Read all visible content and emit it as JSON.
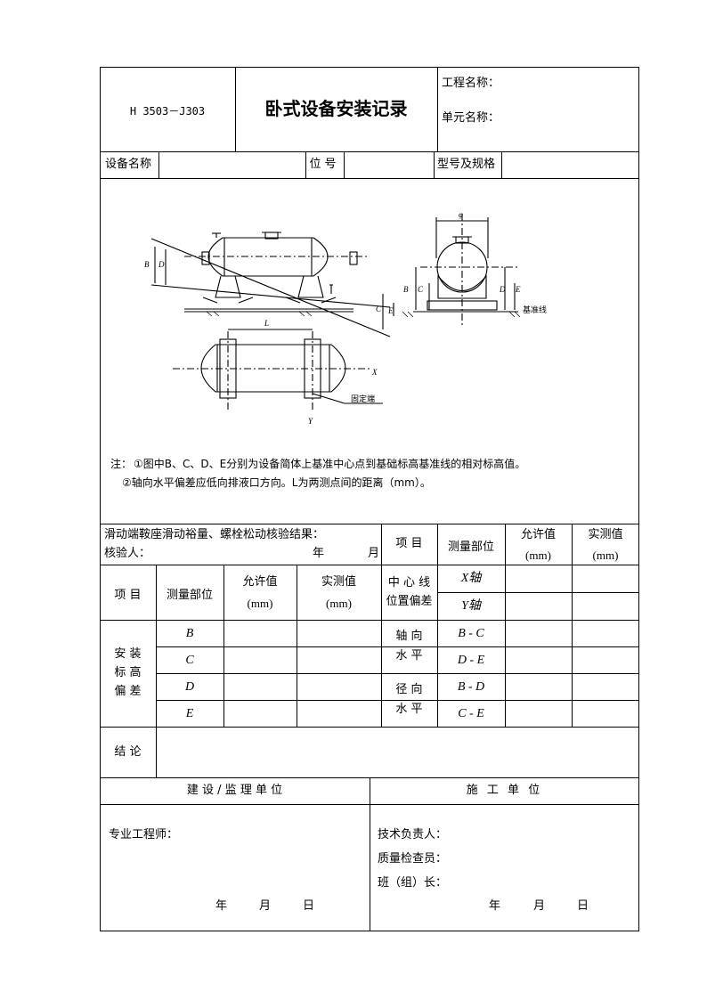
{
  "header": {
    "code": "H 3503－J303",
    "title": "卧式设备安装记录",
    "project_name_label": "工程名称：",
    "unit_name_label": "单元名称："
  },
  "info_row": {
    "equipment_name_label": "设备名称",
    "position_label": "位号",
    "model_label": "型号及规格"
  },
  "diagram": {
    "labels": {
      "B": "B",
      "D": "D",
      "C": "C",
      "E": "E",
      "L": "L",
      "X": "X",
      "Y": "Y",
      "phi": "φ",
      "fixed_end": "固定端",
      "datum_line": "基准线"
    }
  },
  "notes": {
    "prefix": "注：",
    "line1": "①图中B、C、D、E分别为设备简体上基准中心点到基础标高基准线的相对标高值。",
    "line2": "②轴向水平偏差应低向排液口方向。L为两测点间的距离（mm）。"
  },
  "check": {
    "sliding_text": "滑动端鞍座滑动裕量、螺栓松动核验结果：",
    "inspector_label": "核验人：",
    "year": "年",
    "month": "月"
  },
  "table": {
    "item": "项 目",
    "part": "测量部位",
    "allowed": "允许值",
    "measured": "实测值",
    "unit": "(mm)",
    "elev_group": [
      "安 装",
      "标 高",
      "偏 差"
    ],
    "elev_rows": [
      "B",
      "C",
      "D",
      "E"
    ],
    "center_group": [
      "中 心 线",
      "位置偏差"
    ],
    "center_rows": [
      "X轴",
      "Y轴"
    ],
    "axial_group": [
      "轴 向",
      "水 平"
    ],
    "axial_rows": [
      "B - C",
      "D - E"
    ],
    "radial_group": [
      "径 向",
      "水 平"
    ],
    "radial_rows": [
      "B - D",
      "C - E"
    ],
    "conclusion": "结 论"
  },
  "signatures": {
    "owner_title": "建 设 / 监 理 单 位",
    "contractor_title": "施 工 单 位",
    "engineer_label": "专业工程师：",
    "tech_lead_label": "技术负责人：",
    "qc_label": "质量检查员：",
    "foreman_label": "班（组）长：",
    "year": "年",
    "month": "月",
    "day": "日"
  }
}
